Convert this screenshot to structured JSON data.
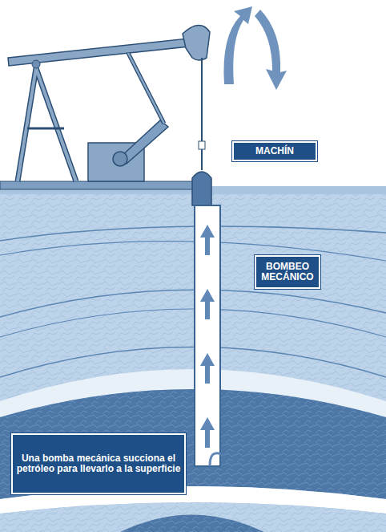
{
  "diagram": {
    "nodes": [
      {
        "text": [
          "MACHÍN"
        ]
      },
      {
        "text": [
          "BOMBEO MECÁNICO"
        ]
      },
      {
        "text": [
          "Una bomba mecánica succiona el petróleo para llevarlo a la superficie"
        ]
      }
    ]
  }
}
